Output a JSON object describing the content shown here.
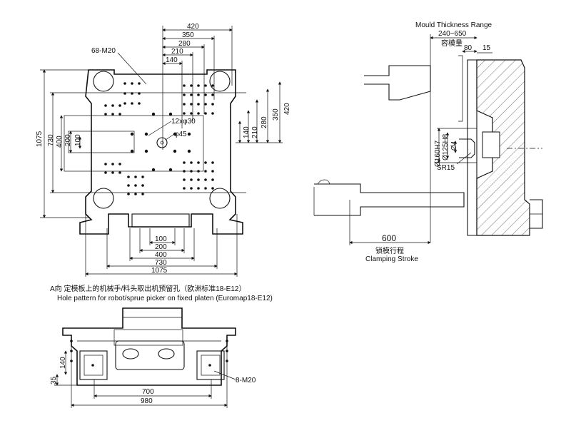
{
  "front_view": {
    "width_dims": [
      "420",
      "350",
      "280",
      "210",
      "140"
    ],
    "right_dims": [
      "140",
      "210",
      "280",
      "350",
      "420"
    ],
    "left_dims": [
      "1075",
      "730",
      "400",
      "200",
      "100"
    ],
    "bottom_dims": [
      "100",
      "200",
      "400",
      "730",
      "1075"
    ],
    "label_bolts": "68-M20",
    "label_holes": "12xφ30",
    "label_center": "φ45"
  },
  "side_view": {
    "title": "Mould Thickness Range",
    "range": "240~650",
    "range_cn": "容模量",
    "dim_80": "80",
    "dim_15": "15",
    "dim_160": "Ø160H7",
    "dim_125": "Ø125H8",
    "dim_4": "Ø4",
    "sr": "SR15",
    "stroke_value": "600",
    "stroke_cn": "锁模行程",
    "stroke_en": "Clamping Stroke"
  },
  "view_a": {
    "caption_cn": "A向  定模板上的机械手/料头取出机预留孔（欧洲标准18-E12）",
    "caption_en": "Hole pattern for robot/sprue picker on fixed platen (Euromap18-E12)",
    "dim_140": "140",
    "dim_35": "35",
    "dim_700": "700",
    "dim_980": "980",
    "label_bolts": "8-M20"
  }
}
